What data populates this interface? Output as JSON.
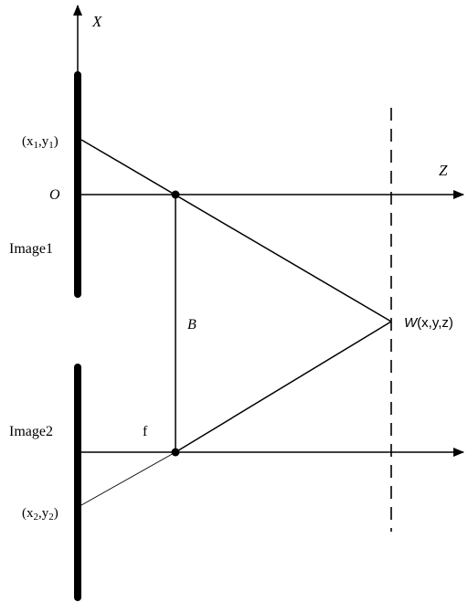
{
  "labels": {
    "x_axis": "X",
    "z_axis": "Z",
    "origin": "O",
    "image1": "Image1",
    "image2": "Image2",
    "baseline": "B",
    "focal": "f",
    "point1": {
      "open": "(x",
      "sub_x": "1",
      "mid": ",y",
      "sub_y": "1",
      "close": ")"
    },
    "point2": {
      "open": "(x",
      "sub_x": "2",
      "mid": ",y",
      "sub_y": "2",
      "close": ")"
    },
    "world_point": {
      "italic": "W",
      "rest": "(x,y,z)"
    }
  },
  "colors": {
    "ink": "#000000",
    "background": "#ffffff"
  }
}
